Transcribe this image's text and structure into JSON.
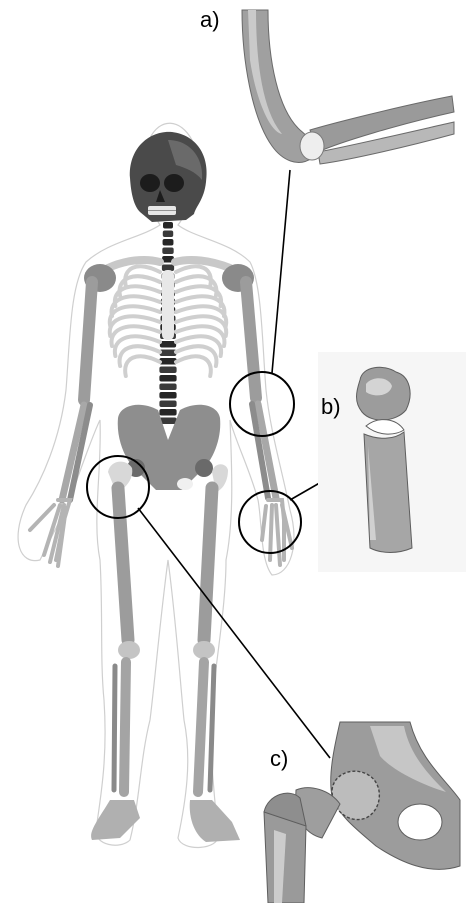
{
  "labels": {
    "a": "a)",
    "b": "b)",
    "c": "c)"
  },
  "colors": {
    "bone": "#9c9c9c",
    "bone_light": "#c8c8c8",
    "bone_dark": "#5e5e5e",
    "joint": "#f2f2f2",
    "skull": "#4a4a4a",
    "spine": "#2e2e2e",
    "outline": "#000000",
    "silhouette": "#e0e0e0"
  }
}
